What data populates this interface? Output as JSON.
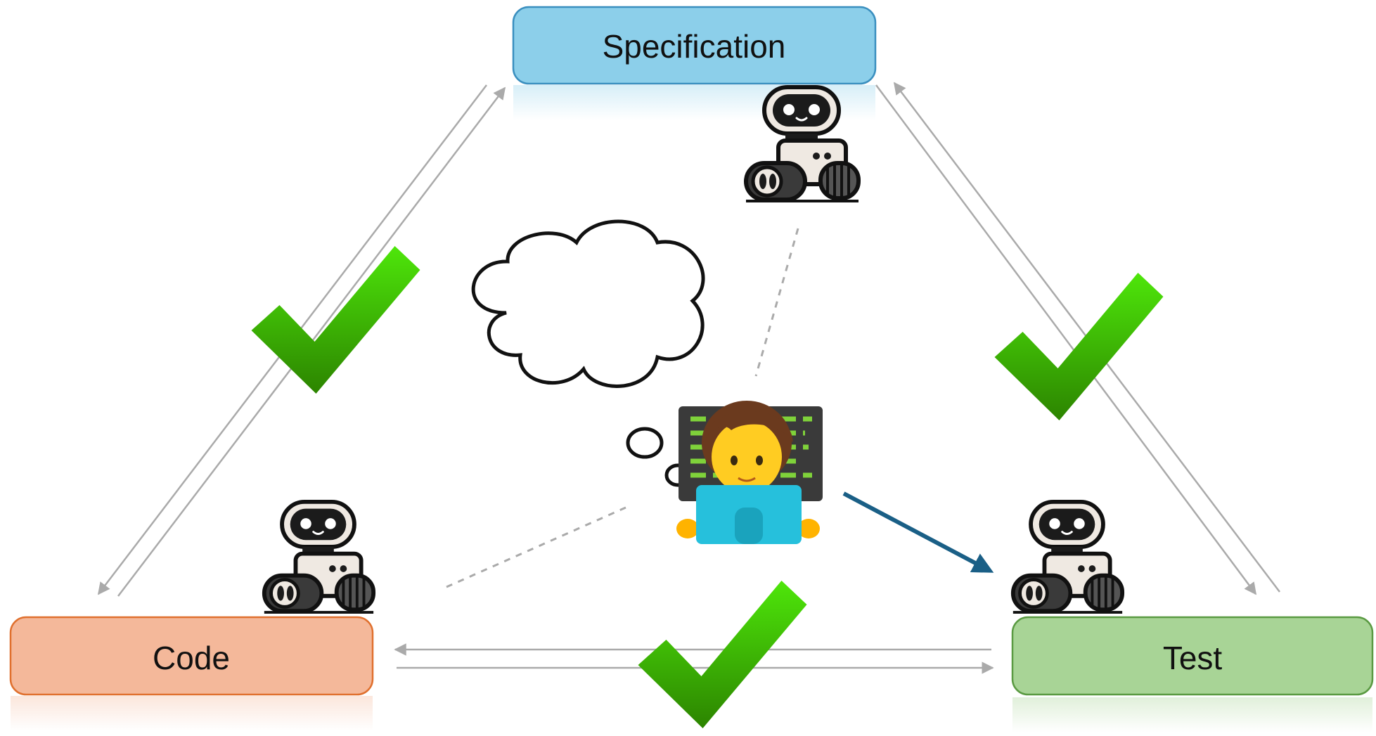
{
  "nodes": {
    "specification": {
      "label": "Specification",
      "fill": "#8ccfea",
      "stroke": "#3a8fbf"
    },
    "code": {
      "label": "Code",
      "fill": "#f4b89a",
      "stroke": "#e0702e"
    },
    "test": {
      "label": "Test",
      "fill": "#a8d496",
      "stroke": "#5a9a42"
    }
  },
  "icons": {
    "agents": [
      "robot-icon",
      "robot-icon",
      "robot-icon"
    ],
    "human": "developer-at-laptop-icon",
    "thought": "thought-bubble-icon",
    "check": "checkmark-icon"
  },
  "colors": {
    "link_arrows": "#aaaaaa",
    "human_arrow": "#1a5f86",
    "dotted_lines": "#aaaaaa",
    "check_top": "#49e000",
    "check_bottom": "#2f8a00"
  }
}
